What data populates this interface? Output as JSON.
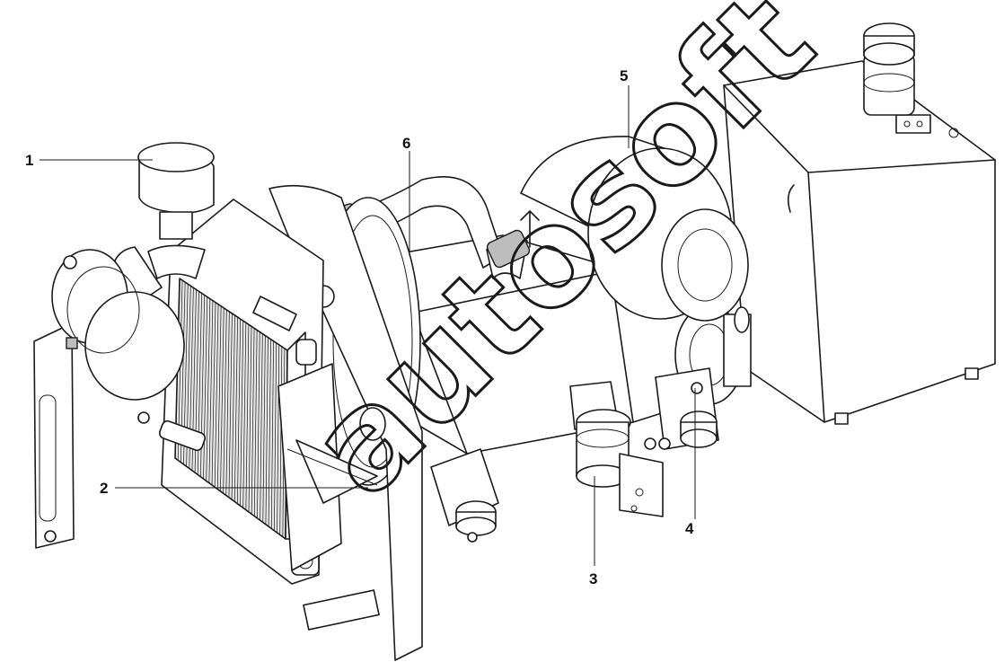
{
  "watermark": {
    "text": "autosoft",
    "color": "#1a1a1a"
  },
  "callouts": [
    {
      "id": "1",
      "label": "1"
    },
    {
      "id": "2",
      "label": "2"
    },
    {
      "id": "3",
      "label": "3"
    },
    {
      "id": "4",
      "label": "4"
    },
    {
      "id": "5",
      "label": "5"
    },
    {
      "id": "6",
      "label": "6"
    }
  ],
  "colors": {
    "line": "#1a1a1a",
    "background": "#ffffff"
  }
}
